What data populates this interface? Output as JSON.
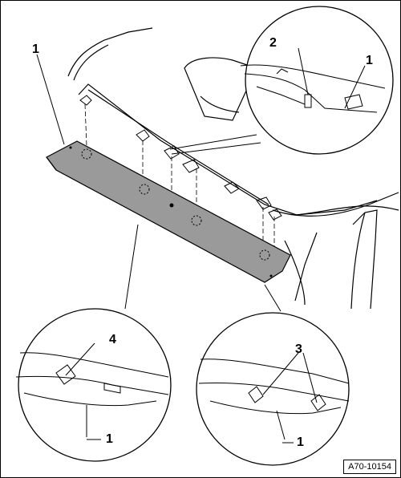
{
  "diagram": {
    "colors": {
      "line": "#000000",
      "panel": "#9a9a9a",
      "background": "#ffffff"
    },
    "callouts": {
      "main_trim": "1",
      "upper_clip": "2",
      "upper_trim": "1",
      "bottom_left_clip": "4",
      "bottom_left_trim": "1",
      "bottom_right_clips": "3",
      "bottom_right_trim": "1"
    },
    "reference_code": "A70-10154"
  }
}
